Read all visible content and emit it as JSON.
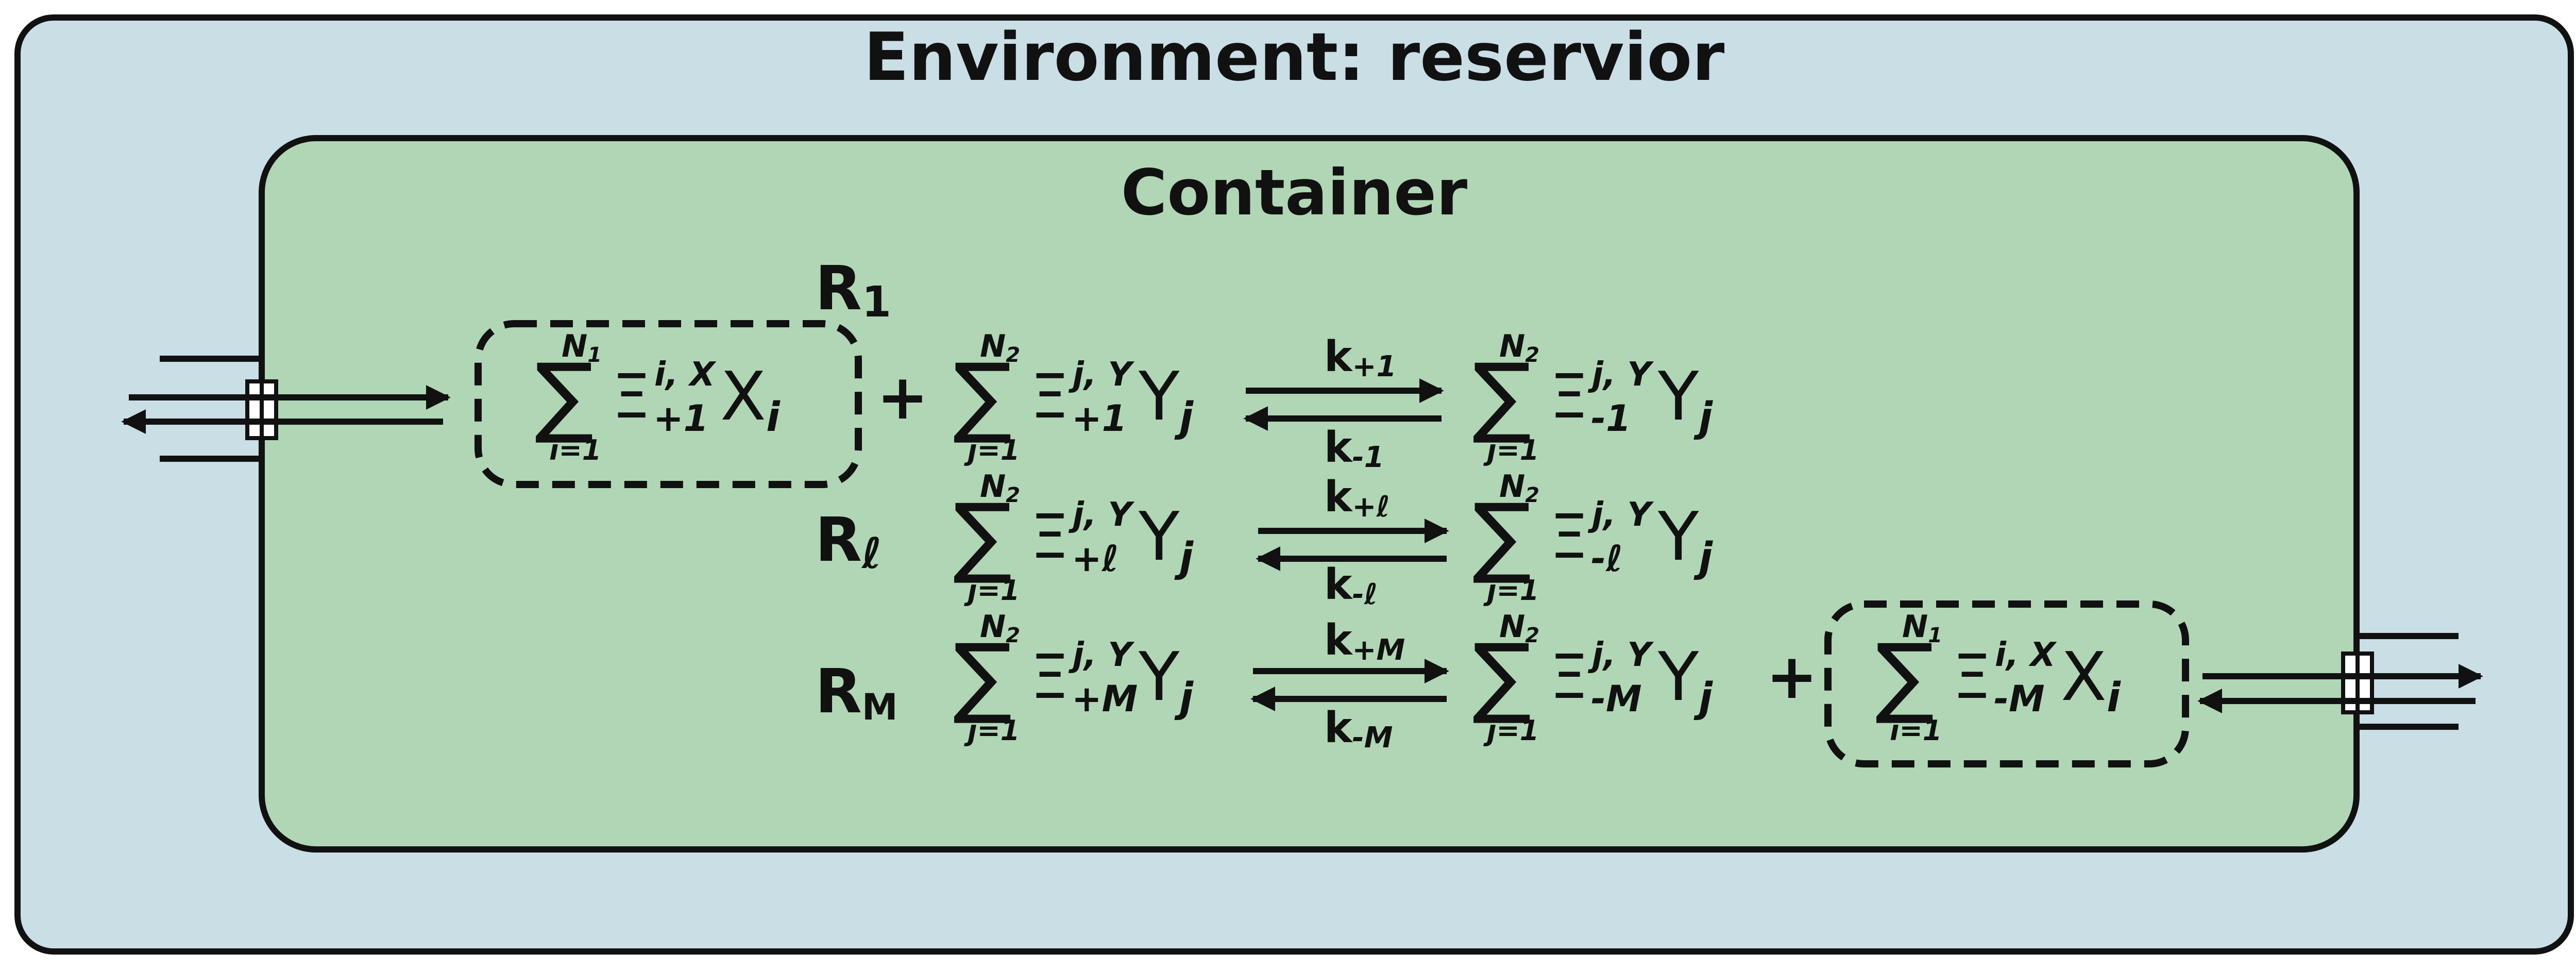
{
  "environment": {
    "title": "Environment: reservior"
  },
  "container": {
    "title": "Container"
  },
  "reactions": {
    "r1": {
      "label": "R",
      "label_sub": "1",
      "lhs_x_top": "N",
      "lhs_x_top_sub": "1",
      "lhs_x_sup": "i, X",
      "lhs_x_sub": "+1",
      "lhs_x_var": "X",
      "lhs_x_var_sub": "i",
      "lhs_x_idx": "i=1",
      "plus": "+",
      "lhs_y_top": "N",
      "lhs_y_top_sub": "2",
      "lhs_y_sup": "j, Y",
      "lhs_y_sub": "+1",
      "lhs_y_var": "Y",
      "lhs_y_var_sub": "j",
      "lhs_y_idx": "j=1",
      "k_forward": "k",
      "k_forward_sub": "+1",
      "k_backward": "k",
      "k_backward_sub": "-1",
      "rhs_y_top": "N",
      "rhs_y_top_sub": "2",
      "rhs_y_sup": "j, Y",
      "rhs_y_sub": "-1",
      "rhs_y_var": "Y",
      "rhs_y_var_sub": "j",
      "rhs_y_idx": "j=1"
    },
    "rl": {
      "label": "R",
      "label_sub": "ℓ",
      "lhs_y_top": "N",
      "lhs_y_top_sub": "2",
      "lhs_y_sup": "j, Y",
      "lhs_y_sub": "+ℓ",
      "lhs_y_var": "Y",
      "lhs_y_var_sub": "j",
      "lhs_y_idx": "j=1",
      "k_forward": "k",
      "k_forward_sub": "+ℓ",
      "k_backward": "k",
      "k_backward_sub": "-ℓ",
      "rhs_y_top": "N",
      "rhs_y_top_sub": "2",
      "rhs_y_sup": "j, Y",
      "rhs_y_sub": "-ℓ",
      "rhs_y_var": "Y",
      "rhs_y_var_sub": "j",
      "rhs_y_idx": "j=1"
    },
    "rm": {
      "label": "R",
      "label_sub": "M",
      "lhs_y_top": "N",
      "lhs_y_top_sub": "2",
      "lhs_y_sup": "j, Y",
      "lhs_y_sub": "+M",
      "lhs_y_var": "Y",
      "lhs_y_var_sub": "j",
      "lhs_y_idx": "j=1",
      "k_forward": "k",
      "k_forward_sub": "+M",
      "k_backward": "k",
      "k_backward_sub": "-M",
      "rhs_y_top": "N",
      "rhs_y_top_sub": "2",
      "rhs_y_sup": "j, Y",
      "rhs_y_sub": "-M",
      "rhs_y_var": "Y",
      "rhs_y_var_sub": "j",
      "rhs_y_idx": "j=1",
      "plus": "+",
      "rhs_x_top": "N",
      "rhs_x_top_sub": "1",
      "rhs_x_sup": "i, X",
      "rhs_x_sub": "-M",
      "rhs_x_var": "X",
      "rhs_x_var_sub": "i",
      "rhs_x_idx": "i=1"
    }
  },
  "symbols": {
    "sum": "∑",
    "xi": "Ξ"
  },
  "colors": {
    "environment_fill": "#cadee6",
    "container_fill": "#b1d6b5",
    "stroke": "#111111"
  }
}
